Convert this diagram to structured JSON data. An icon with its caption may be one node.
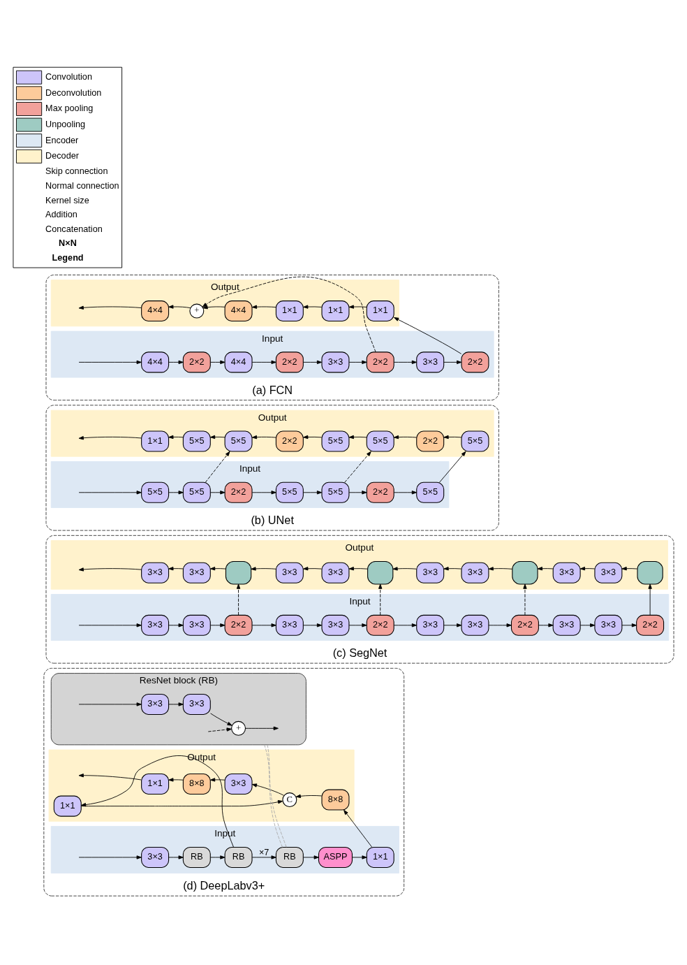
{
  "diagram": {
    "nodes": [
      {
        "text": [
          "(a) FCN"
        ]
      },
      {
        "text": [
          "Input"
        ],
        "in": 0
      },
      {
        "text": [
          "4×4"
        ],
        "in": 1
      },
      {
        "text": [
          "2×2"
        ],
        "in": 1
      },
      {
        "text": [
          "4×4"
        ],
        "in": 1
      },
      {
        "text": [
          "2×2"
        ],
        "in": 1
      },
      {
        "text": [
          "3×3"
        ],
        "in": 1
      },
      {
        "text": [
          "2×2"
        ],
        "in": 1
      },
      {
        "text": [
          "3×3"
        ],
        "in": 1
      },
      {
        "text": [
          "2×2"
        ],
        "in": 1
      },
      {
        "text": [
          "Output"
        ],
        "in": 0
      },
      {
        "text": [
          "4×4"
        ],
        "in": 10
      },
      {
        "text": [
          "+"
        ],
        "in": 10
      },
      {
        "text": [
          "4×4"
        ],
        "in": 10
      },
      {
        "text": [
          "1×1"
        ],
        "in": 10
      },
      {
        "text": [
          "1×1"
        ],
        "in": 10
      },
      {
        "text": [
          "1×1"
        ],
        "in": 10
      },
      {
        "text": [
          "(b) UNet"
        ]
      },
      {
        "text": [
          "Input"
        ],
        "in": 17
      },
      {
        "text": [
          "5×5"
        ],
        "in": 18
      },
      {
        "text": [
          "5×5"
        ],
        "in": 18
      },
      {
        "text": [
          "2×2"
        ],
        "in": 18
      },
      {
        "text": [
          "5×5"
        ],
        "in": 18
      },
      {
        "text": [
          "5×5"
        ],
        "in": 18
      },
      {
        "text": [
          "2×2"
        ],
        "in": 18
      },
      {
        "text": [
          "5×5"
        ],
        "in": 18
      },
      {
        "text": [
          "Output"
        ],
        "in": 17
      },
      {
        "text": [
          "1×1"
        ],
        "in": 26
      },
      {
        "text": [
          "5×5"
        ],
        "in": 26
      },
      {
        "text": [
          "5×5"
        ],
        "in": 26
      },
      {
        "text": [
          "2×2"
        ],
        "in": 26
      },
      {
        "text": [
          "5×5"
        ],
        "in": 26
      },
      {
        "text": [
          "5×5"
        ],
        "in": 26
      },
      {
        "text": [
          "2×2"
        ],
        "in": 26
      },
      {
        "text": [
          "5×5"
        ],
        "in": 26
      },
      {
        "text": [
          "(c) SegNet"
        ]
      },
      {
        "text": [
          "Input"
        ],
        "in": 35
      },
      {
        "text": [
          "3×3"
        ],
        "in": 36
      },
      {
        "text": [
          "3×3"
        ],
        "in": 36
      },
      {
        "text": [
          "2×2"
        ],
        "in": 36
      },
      {
        "text": [
          "3×3"
        ],
        "in": 36
      },
      {
        "text": [
          "3×3"
        ],
        "in": 36
      },
      {
        "text": [
          "2×2"
        ],
        "in": 36
      },
      {
        "text": [
          "3×3"
        ],
        "in": 36
      },
      {
        "text": [
          "3×3"
        ],
        "in": 36
      },
      {
        "text": [
          "2×2"
        ],
        "in": 36
      },
      {
        "text": [
          "3×3"
        ],
        "in": 36
      },
      {
        "text": [
          "3×3"
        ],
        "in": 36
      },
      {
        "text": [
          "2×2"
        ],
        "in": 36
      },
      {
        "text": [
          "Output"
        ],
        "in": 35
      },
      {
        "text": [
          "3×3"
        ],
        "in": 49
      },
      {
        "text": [
          "3×3"
        ],
        "in": 49
      },
      {
        "text": [],
        "shape": "box",
        "in": 49
      },
      {
        "text": [
          "3×3"
        ],
        "in": 49
      },
      {
        "text": [
          "3×3"
        ],
        "in": 49
      },
      {
        "text": [],
        "shape": "box",
        "in": 49
      },
      {
        "text": [
          "3×3"
        ],
        "in": 49
      },
      {
        "text": [
          "3×3"
        ],
        "in": 49
      },
      {
        "text": [],
        "shape": "box",
        "in": 49
      },
      {
        "text": [
          "3×3"
        ],
        "in": 49
      },
      {
        "text": [
          "3×3"
        ],
        "in": 49
      },
      {
        "text": [],
        "shape": "box",
        "in": 49
      },
      {
        "text": [
          "(d) DeepLabv3+"
        ]
      },
      {
        "text": [
          "Input"
        ],
        "in": 62
      },
      {
        "text": [
          "3×3"
        ],
        "in": 63
      },
      {
        "text": [
          "RB"
        ],
        "in": 63
      },
      {
        "text": [
          "RB"
        ],
        "in": 63
      },
      {
        "text": [
          "RB"
        ],
        "in": 63
      },
      {
        "text": [
          "ASPP"
        ],
        "in": 63
      },
      {
        "text": [
          "1×1"
        ],
        "in": 63
      },
      {
        "text": [
          "Output"
        ],
        "in": 62
      },
      {
        "text": [
          "1×1"
        ],
        "in": 70
      },
      {
        "text": [
          "1×1"
        ],
        "in": 70
      },
      {
        "text": [
          "8×8"
        ],
        "in": 70
      },
      {
        "text": [
          "3×3"
        ],
        "in": 70
      },
      {
        "text": [
          "C"
        ],
        "in": 70
      },
      {
        "text": [
          "8×8"
        ],
        "in": 70
      },
      {
        "text": [
          "ResNet block (RB)"
        ],
        "in": 62
      },
      {
        "text": [
          "3×3"
        ],
        "in": 77
      },
      {
        "text": [
          "3×3"
        ],
        "in": 77
      },
      {
        "text": [
          "+"
        ],
        "in": 77
      }
    ],
    "edges": [
      {
        "from": null,
        "to": 2,
        "arrow": "to"
      },
      {
        "from": 2,
        "to": 3,
        "arrow": "to"
      },
      {
        "from": 3,
        "to": 4,
        "arrow": "to"
      },
      {
        "from": 4,
        "to": 5,
        "arrow": "to"
      },
      {
        "from": 5,
        "to": 6,
        "arrow": "to"
      },
      {
        "from": 6,
        "to": 7,
        "arrow": "to"
      },
      {
        "from": 7,
        "to": 8,
        "arrow": "to"
      },
      {
        "from": 8,
        "to": 9,
        "arrow": "to"
      },
      {
        "from": 9,
        "to": 16,
        "arrow": "to"
      },
      {
        "from": 16,
        "to": 15,
        "arrow": "to"
      },
      {
        "from": 15,
        "to": 14,
        "arrow": "to"
      },
      {
        "from": 14,
        "to": 13,
        "arrow": "to"
      },
      {
        "from": 13,
        "to": 12,
        "arrow": "to"
      },
      {
        "from": 12,
        "to": 11,
        "arrow": "to"
      },
      {
        "from": 11,
        "to": null,
        "arrow": "to"
      },
      {
        "from": 7,
        "to": 12,
        "arrow": "to",
        "style": "dashed"
      },
      {
        "from": null,
        "to": 19,
        "arrow": "to"
      },
      {
        "from": 19,
        "to": 20,
        "arrow": "to"
      },
      {
        "from": 20,
        "to": 21,
        "arrow": "to"
      },
      {
        "from": 21,
        "to": 22,
        "arrow": "to"
      },
      {
        "from": 22,
        "to": 23,
        "arrow": "to"
      },
      {
        "from": 23,
        "to": 24,
        "arrow": "to"
      },
      {
        "from": 24,
        "to": 25,
        "arrow": "to"
      },
      {
        "from": 25,
        "to": 34,
        "arrow": "to"
      },
      {
        "from": 34,
        "to": 33,
        "arrow": "to"
      },
      {
        "from": 33,
        "to": 32,
        "arrow": "to"
      },
      {
        "from": 32,
        "to": 31,
        "arrow": "to"
      },
      {
        "from": 31,
        "to": 30,
        "arrow": "to"
      },
      {
        "from": 30,
        "to": 29,
        "arrow": "to"
      },
      {
        "from": 29,
        "to": 28,
        "arrow": "to"
      },
      {
        "from": 28,
        "to": 27,
        "arrow": "to"
      },
      {
        "from": 27,
        "to": null,
        "arrow": "to"
      },
      {
        "from": 20,
        "to": 29,
        "arrow": "to",
        "style": "dashed"
      },
      {
        "from": 23,
        "to": 32,
        "arrow": "to",
        "style": "dashed"
      },
      {
        "from": null,
        "to": 37,
        "arrow": "to"
      },
      {
        "from": 37,
        "to": 38,
        "arrow": "to"
      },
      {
        "from": 38,
        "to": 39,
        "arrow": "to"
      },
      {
        "from": 39,
        "to": 40,
        "arrow": "to"
      },
      {
        "from": 40,
        "to": 41,
        "arrow": "to"
      },
      {
        "from": 41,
        "to": 42,
        "arrow": "to"
      },
      {
        "from": 42,
        "to": 43,
        "arrow": "to"
      },
      {
        "from": 43,
        "to": 44,
        "arrow": "to"
      },
      {
        "from": 44,
        "to": 45,
        "arrow": "to"
      },
      {
        "from": 45,
        "to": 46,
        "arrow": "to"
      },
      {
        "from": 46,
        "to": 47,
        "arrow": "to"
      },
      {
        "from": 47,
        "to": 48,
        "arrow": "to"
      },
      {
        "from": 48,
        "to": 61,
        "arrow": "to"
      },
      {
        "from": 61,
        "to": 60,
        "arrow": "to"
      },
      {
        "from": 60,
        "to": 59,
        "arrow": "to"
      },
      {
        "from": 59,
        "to": 58,
        "arrow": "to"
      },
      {
        "from": 58,
        "to": 57,
        "arrow": "to"
      },
      {
        "from": 57,
        "to": 56,
        "arrow": "to"
      },
      {
        "from": 56,
        "to": 55,
        "arrow": "to"
      },
      {
        "from": 55,
        "to": 54,
        "arrow": "to"
      },
      {
        "from": 54,
        "to": 53,
        "arrow": "to"
      },
      {
        "from": 53,
        "to": 52,
        "arrow": "to"
      },
      {
        "from": 52,
        "to": 51,
        "arrow": "to"
      },
      {
        "from": 51,
        "to": 50,
        "arrow": "to"
      },
      {
        "from": 50,
        "to": null,
        "arrow": "to"
      },
      {
        "from": 39,
        "to": 52,
        "arrow": "to",
        "style": "dashed"
      },
      {
        "from": 42,
        "to": 55,
        "arrow": "to",
        "style": "dashed"
      },
      {
        "from": 45,
        "to": 58,
        "arrow": "to",
        "style": "dashed"
      },
      {
        "from": null,
        "to": 64,
        "arrow": "to"
      },
      {
        "from": 64,
        "to": 65,
        "arrow": "to"
      },
      {
        "from": 65,
        "to": 66,
        "arrow": "to"
      },
      {
        "from": 66,
        "to": 67,
        "arrow": "to",
        "label": "×7"
      },
      {
        "from": 67,
        "to": 68,
        "arrow": "to"
      },
      {
        "from": 68,
        "to": 69,
        "arrow": "to"
      },
      {
        "from": 69,
        "to": 76,
        "arrow": "to"
      },
      {
        "from": 66,
        "to": 71,
        "arrow": "to"
      },
      {
        "from": 71,
        "to": 75,
        "arrow": "to"
      },
      {
        "from": 76,
        "to": 75,
        "arrow": "to"
      },
      {
        "from": 75,
        "to": 74,
        "arrow": "to"
      },
      {
        "from": 74,
        "to": 73,
        "arrow": "to"
      },
      {
        "from": 73,
        "to": 72,
        "arrow": "to"
      },
      {
        "from": 72,
        "to": null,
        "arrow": "to"
      },
      {
        "from": 67,
        "to": 77,
        "arrow": "none",
        "style": "dashed",
        "color": "#aaaaaa"
      },
      {
        "from": 67,
        "to": 77,
        "arrow": "none",
        "style": "dashed",
        "color": "#aaaaaa"
      },
      {
        "from": null,
        "to": 78,
        "arrow": "to"
      },
      {
        "from": 78,
        "to": 79,
        "arrow": "to"
      },
      {
        "from": 79,
        "to": 80,
        "arrow": "to"
      },
      {
        "from": 80,
        "to": null,
        "arrow": "to"
      },
      {
        "from": null,
        "to": 80,
        "arrow": "to",
        "style": "dashed"
      }
    ],
    "labels": [
      "N×N",
      "Legend"
    ],
    "legend": [
      {
        "text": "Convolution",
        "color": "#cdc5fa"
      },
      {
        "text": "Deconvolution",
        "color": "#fdcb9b"
      },
      {
        "text": "Max pooling",
        "color": "#f2a19b"
      },
      {
        "text": "Unpooling",
        "color": "#9ecbc2"
      },
      {
        "text": "Encoder",
        "color": "#dde8f4"
      },
      {
        "text": "Decoder",
        "color": "#fff2cc"
      },
      {
        "text": "Skip connection"
      },
      {
        "text": "Normal connection"
      },
      {
        "text": "Kernel size"
      },
      {
        "text": "Addition"
      },
      {
        "text": "Concatenation"
      }
    ]
  }
}
